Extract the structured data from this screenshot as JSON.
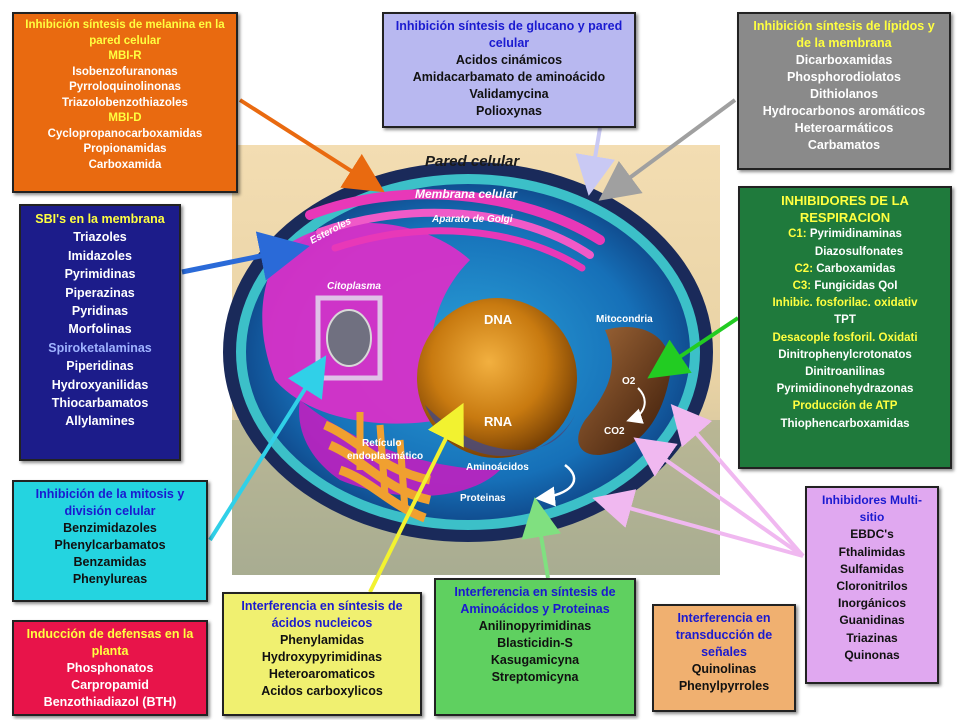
{
  "colors": {
    "orange_box": "#e96a10",
    "purple_box": "#b8b8f0",
    "gray_box": "#8a8a8a",
    "navy_box": "#1c1c8a",
    "green_box": "#1f7a3c",
    "cyan_box": "#24d4e0",
    "red_box": "#e8144a",
    "yellow_box": "#f0f070",
    "lightgreen_box": "#5fd060",
    "peach_box": "#f0b070",
    "lavender_box": "#e0a8f0"
  },
  "cell": {
    "pared": "Pared celular",
    "membrana": "Membrana celular",
    "esteroles": "Esteroles",
    "golgi": "Aparato de Golgi",
    "citoplasma": "Citoplasma",
    "dna": "DNA",
    "rna": "RNA",
    "mitocondria": "Mitocondria",
    "o2": "O2",
    "co2": "CO2",
    "reticulo1": "Retículo",
    "reticulo2": "endoplasmático",
    "aminoacidos": "Aminoácidos",
    "proteinas": "Proteinas"
  },
  "boxes": {
    "melanina": {
      "title": "Inhibición síntesis de melanina en la pared celular",
      "sub1": "MBI-R",
      "items1": [
        "Isobenzofuranonas",
        "Pyrroloquinolinonas",
        "Triazolobenzothiazoles"
      ],
      "sub2": "MBI-D",
      "items2": [
        "Cyclopropanocarboxamidas",
        "Propionamidas",
        "Carboxamida"
      ]
    },
    "glucano": {
      "title": "Inhibición síntesis de glucano y pared celular",
      "items": [
        "Acidos cinámicos",
        "Amidacarbamato de aminoácido",
        "Validamycina",
        "Polioxynas"
      ]
    },
    "lipidos": {
      "title": "Inhibición síntesis de lípidos y de la membrana",
      "items": [
        "Dicarboxamidas",
        "Phosphorodiolatos",
        "Dithiolanos",
        "Hydrocarbonos aromáticos",
        "Heteroarmáticos",
        "Carbamatos"
      ]
    },
    "sbi": {
      "title": "SBI's en la membrana",
      "items": [
        "Triazoles",
        "Imidazoles",
        "Pyrimidinas",
        "Piperazinas",
        "Pyridinas",
        "Morfolinas"
      ],
      "special": "Spiroketalaminas",
      "items2": [
        "Piperidinas",
        "Hydroxyanilidas",
        "Thiocarbamatos",
        "Allylamines"
      ]
    },
    "respiracion": {
      "title": "INHIBIDORES DE LA RESPIRACION",
      "c1": "C1:",
      "c1_items": [
        "Pyrimidinaminas",
        "Diazosulfonates"
      ],
      "c2": "C2:",
      "c2_item": "Carboxamidas",
      "c3": "C3:",
      "c3_item": "Fungicidas QoI",
      "inhib": "Inhibic. fosforilac. oxidativ",
      "tpt": "TPT",
      "desacople": "Desacople fosforil. Oxidati",
      "desacople_items": [
        "Dinitrophenylcrotonatos",
        "Dinitroanilinas",
        "Pyrimidinonehydrazonas"
      ],
      "atp": "Producción de ATP",
      "atp_item": "Thiophencarboxamidas"
    },
    "mitosis": {
      "title": "Inhibición de la mitosis y división celular",
      "items": [
        "Benzimidazoles",
        "Phenylcarbamatos",
        "Benzamidas",
        "Phenylureas"
      ]
    },
    "defensas": {
      "title": "Inducción de defensas en la planta",
      "items": [
        "Phosphonatos",
        "Carpropamid",
        "Benzothiadiazol (BTH)"
      ]
    },
    "nucleicos": {
      "title": "Interferencia en síntesis de ácidos nucleicos",
      "items": [
        "Phenylamidas",
        "Hydroxypyrimidinas",
        "Heteroaromaticos",
        "Acidos carboxylicos"
      ]
    },
    "aminoacidos": {
      "title": "Interferencia en síntesis de Aminoácidos y Proteinas",
      "items": [
        "Anilinopyrimidinas",
        "Blasticidin-S",
        "Kasugamicyna",
        "Streptomicyna"
      ]
    },
    "transduccion": {
      "title": "Interferencia en transducción de señales",
      "items": [
        "Quinolinas",
        "Phenylpyrroles"
      ]
    },
    "multisitio": {
      "title": "Inhibidores Multi-sitio",
      "items": [
        "EBDC's",
        "Fthalimidas",
        "Sulfamidas",
        "Cloronitrilos",
        "Inorgánicos",
        "Guanidinas",
        "Triazinas",
        "Quinonas"
      ]
    }
  }
}
